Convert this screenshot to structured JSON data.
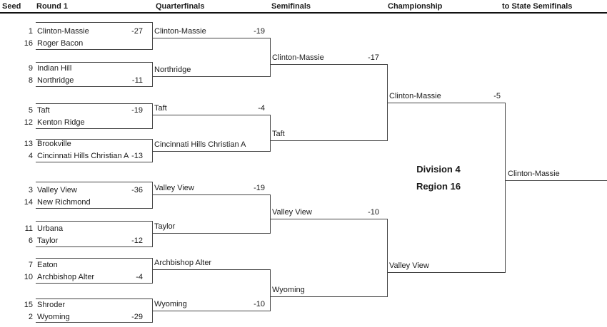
{
  "header": {
    "columns": [
      "Seed",
      "Round 1",
      "Quarterfinals",
      "Semifinals",
      "Championship",
      "to State Semifinals"
    ]
  },
  "region_label": {
    "line1": "Division 4",
    "line2": "Region 16"
  },
  "colors": {
    "background": "#ffffff",
    "line": "#444444",
    "text": "#1a1a1a"
  },
  "bracket": {
    "round1": [
      {
        "seed1": "1",
        "name1": "Clinton-Massie",
        "score1": "-27",
        "seed2": "16",
        "name2": "Roger Bacon",
        "score2": ""
      },
      {
        "seed1": "9",
        "name1": "Indian Hill",
        "score1": "",
        "seed2": "8",
        "name2": "Northridge",
        "score2": "-11"
      },
      {
        "seed1": "5",
        "name1": "Taft",
        "score1": "-19",
        "seed2": "12",
        "name2": "Kenton Ridge",
        "score2": ""
      },
      {
        "seed1": "13",
        "name1": "Brookville",
        "score1": "",
        "seed2": "4",
        "name2": "Cincinnati Hills Christian A",
        "score2": "-13"
      },
      {
        "seed1": "3",
        "name1": "Valley View",
        "score1": "-36",
        "seed2": "14",
        "name2": "New Richmond",
        "score2": ""
      },
      {
        "seed1": "11",
        "name1": "Urbana",
        "score1": "",
        "seed2": "6",
        "name2": "Taylor",
        "score2": "-12"
      },
      {
        "seed1": "7",
        "name1": "Eaton",
        "score1": "",
        "seed2": "10",
        "name2": "Archbishop Alter",
        "score2": "-4"
      },
      {
        "seed1": "15",
        "name1": "Shroder",
        "score1": "",
        "seed2": "2",
        "name2": "Wyoming",
        "score2": "-29"
      }
    ],
    "quarterfinals": [
      {
        "name1": "Clinton-Massie",
        "score1": "-19",
        "name2": "Northridge",
        "score2": ""
      },
      {
        "name1": "Taft",
        "score1": "-4",
        "name2": "Cincinnati Hills Christian A",
        "score2": ""
      },
      {
        "name1": "Valley View",
        "score1": "-19",
        "name2": "Taylor",
        "score2": ""
      },
      {
        "name1": "Archbishop Alter",
        "score1": "",
        "name2": "Wyoming",
        "score2": "-10"
      }
    ],
    "semifinals": [
      {
        "name1": "Clinton-Massie",
        "score1": "-17",
        "name2": "Taft",
        "score2": ""
      },
      {
        "name1": "Valley View",
        "score1": "-10",
        "name2": "Wyoming",
        "score2": ""
      }
    ],
    "championship": {
      "name1": "Clinton-Massie",
      "score1": "-5",
      "name2": "Valley View",
      "score2": ""
    },
    "champion": "Clinton-Massie"
  }
}
